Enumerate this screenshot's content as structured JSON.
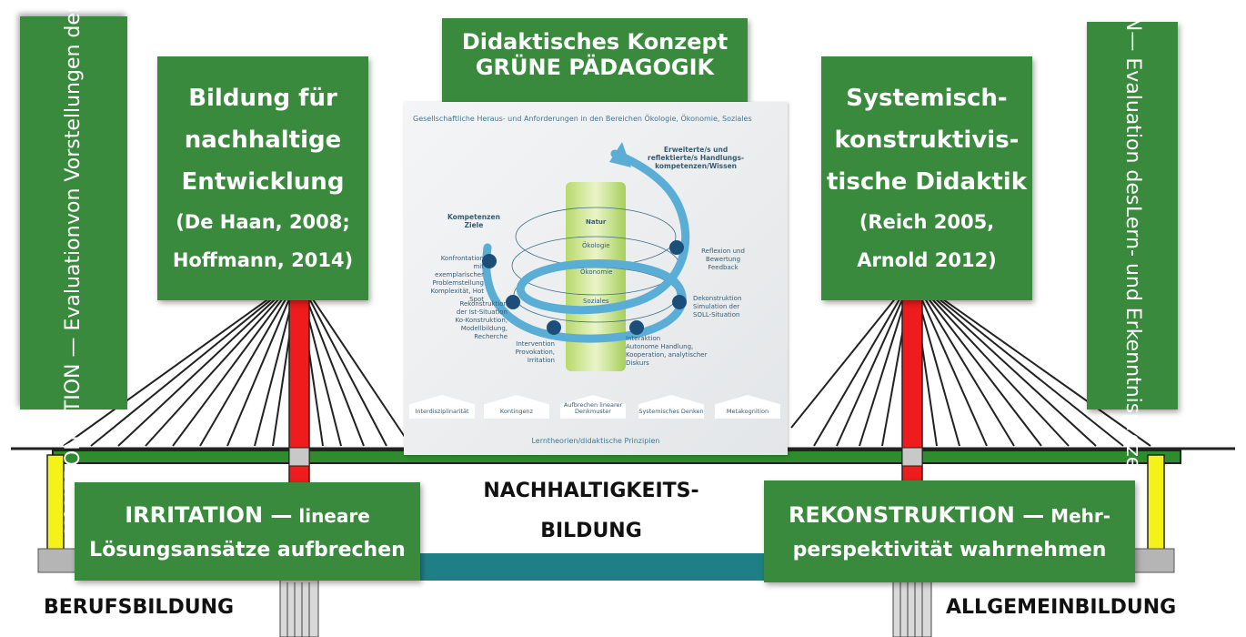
{
  "left_vertical": {
    "line1_bold": "KONFRONTATION",
    "line1_rest": " — Evaluation",
    "line2": "von Vorstellungen der Lernenden"
  },
  "right_vertical": {
    "line1_bold": "REFLEXION",
    "line1_rest": "— Evaluation des",
    "line2": "Lern- und Erkenntnisprozesses"
  },
  "left_pillar_box": {
    "lines": [
      "Bildung für",
      "nachhaltige",
      "Entwicklung",
      "(De Haan, 2008;",
      "Hoffmann, 2014)"
    ]
  },
  "right_pillar_box": {
    "lines": [
      "Systemisch-",
      "konstruktivis-",
      "tische Didaktik",
      "(Reich 2005,",
      "Arnold 2012)"
    ]
  },
  "center_title": {
    "line1": "Didaktisches Konzept",
    "line2": "GRÜNE PÄDAGOGIK"
  },
  "irritation": {
    "bold": "IRRITATION —",
    "rest1": " lineare",
    "line2": "Lösungsansätze aufbrechen"
  },
  "rekonstruktion": {
    "bold": "REKONSTRUKTION —",
    "rest1": " Mehr-",
    "line2": "perspektivität wahrnehmen"
  },
  "center_caption": {
    "line1": "NACHHALTIGKEITS-",
    "line2": "BILDUNG"
  },
  "bottom_left": "BERUFSBILDUNG",
  "bottom_right": "ALLGEMEINBILDUNG",
  "figure": {
    "top_text": "Gesellschaftliche Heraus- und Anforderungen in den Bereichen Ökologie, Ökonomie, Soziales",
    "bottom_text": "Lerntheorien/didaktische Prinzipien",
    "arrow_label": [
      "Erweiterte/s und",
      "reflektierte/s Handlungs-",
      "kompetenzen/Wissen"
    ],
    "kompetenzen": [
      "Kompetenzen",
      "Ziele"
    ],
    "column_labels": [
      "Natur",
      "Ökologie",
      "Ökonomie",
      "Soziales"
    ],
    "steps": {
      "konfrontation": [
        "Konfrontation",
        "mit exemplarischer",
        "Problemstellung",
        "Komplexität, Hot Spot"
      ],
      "rekonstruktion": [
        "Rekonstruktion",
        "der Ist-Situation",
        "Ko-Konstruktion, Modellbildung,",
        "Recherche"
      ],
      "intervention": [
        "Intervention",
        "Provokation, Irritation"
      ],
      "interaktion": [
        "Interaktion",
        "Autonome Handlung,",
        "Kooperation, analytischer Diskurs"
      ],
      "dekonstruktion": [
        "Dekonstruktion",
        "Simulation der",
        "SOLL-Situation"
      ],
      "reflexion": [
        "Reflexion und",
        "Bewertung",
        "Feedback"
      ]
    },
    "principles": [
      "Interdisziplinarität",
      "Kontingenz",
      "Aufbrechen linearer Denkmuster",
      "Systemisches Denken",
      "Metakognition"
    ]
  },
  "colors": {
    "box_green": "#3a8a3e",
    "deck_green": "#2e8b2e",
    "pylon_red": "#ee1c1c",
    "support_yellow": "#f5f21a",
    "lower_teal": "#1f7f86",
    "spiral_blue": "#5aaed6",
    "node_navy": "#1b4f7a"
  }
}
